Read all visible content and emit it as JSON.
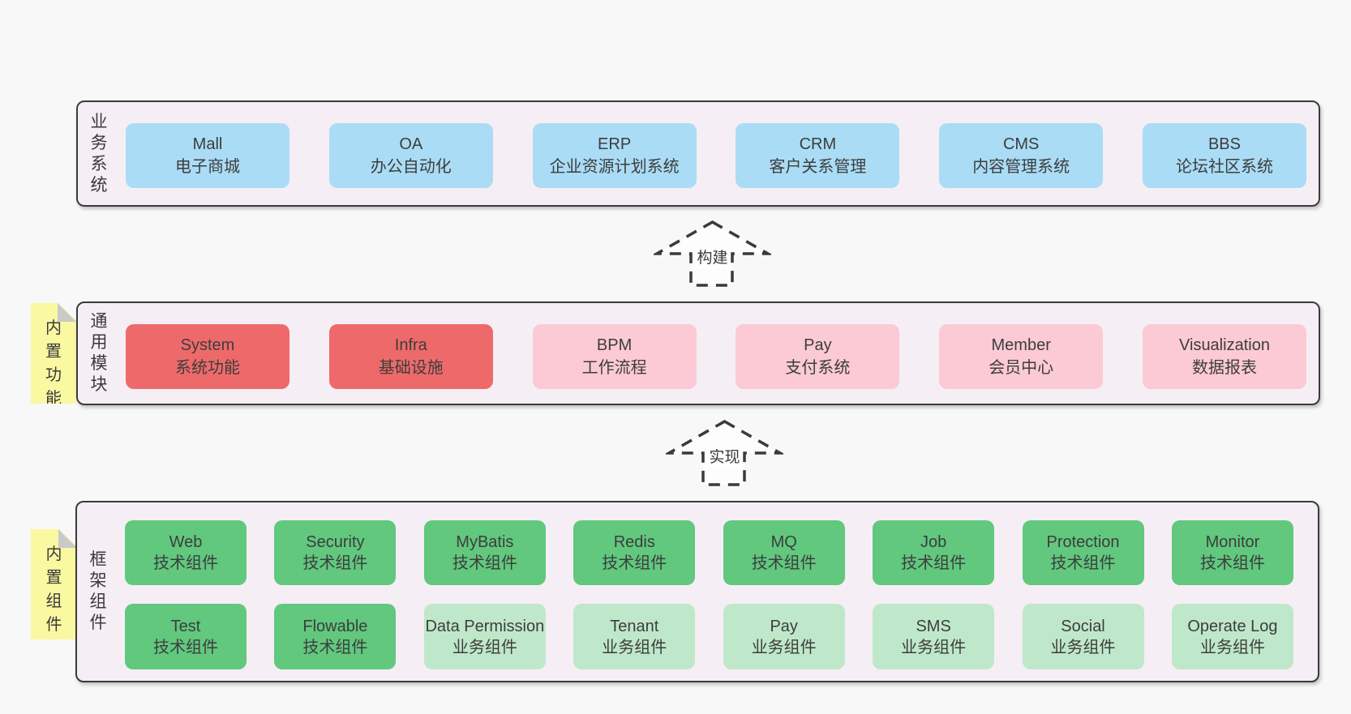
{
  "colors": {
    "page_bg": "#f8f8f8",
    "band_bg": "#f6eef5",
    "band_border": "#3b3b3b",
    "business_box_blue": "#aadcf5",
    "module_box_red": "#ee6a6a",
    "module_box_pink": "#fbcad4",
    "component_box_green": "#61c87e",
    "component_box_light_green": "#bfe8ca",
    "sticky_yellow": "#faf8a1",
    "sticky_fold_gray": "#c9c9c9",
    "text": "#3d3d3d"
  },
  "arrows": [
    {
      "label": "构建"
    },
    {
      "label": "实现"
    }
  ],
  "bands": [
    {
      "label": "业务系统",
      "boxes": [
        {
          "name": "Mall",
          "desc": "电子商城"
        },
        {
          "name": "OA",
          "desc": "办公自动化"
        },
        {
          "name": "ERP",
          "desc": "企业资源计划系统"
        },
        {
          "name": "CRM",
          "desc": "客户关系管理"
        },
        {
          "name": "CMS",
          "desc": "内容管理系统"
        },
        {
          "name": "BBS",
          "desc": "论坛社区系统"
        }
      ]
    },
    {
      "label": "通用模块",
      "sticky": "内置功能",
      "boxes": [
        {
          "name": "System",
          "desc": "系统功能"
        },
        {
          "name": "Infra",
          "desc": "基础设施"
        },
        {
          "name": "BPM",
          "desc": "工作流程"
        },
        {
          "name": "Pay",
          "desc": "支付系统"
        },
        {
          "name": "Member",
          "desc": "会员中心"
        },
        {
          "name": "Visualization",
          "desc": "数据报表"
        }
      ]
    },
    {
      "label": "框架组件",
      "sticky": "内置组件",
      "rows": [
        [
          {
            "name": "Web",
            "desc": "技术组件"
          },
          {
            "name": "Security",
            "desc": "技术组件"
          },
          {
            "name": "MyBatis",
            "desc": "技术组件"
          },
          {
            "name": "Redis",
            "desc": "技术组件"
          },
          {
            "name": "MQ",
            "desc": "技术组件"
          },
          {
            "name": "Job",
            "desc": "技术组件"
          },
          {
            "name": "Protection",
            "desc": "技术组件"
          },
          {
            "name": "Monitor",
            "desc": "技术组件"
          }
        ],
        [
          {
            "name": "Test",
            "desc": "技术组件"
          },
          {
            "name": "Flowable",
            "desc": "技术组件"
          },
          {
            "name": "Data Permission",
            "desc": "业务组件"
          },
          {
            "name": "Tenant",
            "desc": "业务组件"
          },
          {
            "name": "Pay",
            "desc": "业务组件"
          },
          {
            "name": "SMS",
            "desc": "业务组件"
          },
          {
            "name": "Social",
            "desc": "业务组件"
          },
          {
            "name": "Operate Log",
            "desc": "业务组件"
          }
        ]
      ]
    }
  ]
}
